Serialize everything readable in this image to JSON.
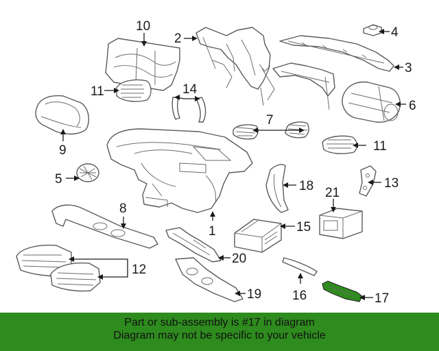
{
  "highlight_color": "#2e8b1e",
  "footer": {
    "background": "#2e8b1e",
    "line1": "Part or sub-assembly is #17 in diagram",
    "line2": "Diagram may not be specific to your vehicle"
  },
  "callouts": {
    "c1": "1",
    "c2": "2",
    "c3": "3",
    "c4": "4",
    "c5": "5",
    "c6": "6",
    "c7": "7",
    "c8": "8",
    "c9": "9",
    "c10": "10",
    "c11a": "11",
    "c11b": "11",
    "c12": "12",
    "c13": "13",
    "c14": "14",
    "c15": "15",
    "c16": "16",
    "c17": "17",
    "c18": "18",
    "c19": "19",
    "c20": "20",
    "c21": "21"
  }
}
